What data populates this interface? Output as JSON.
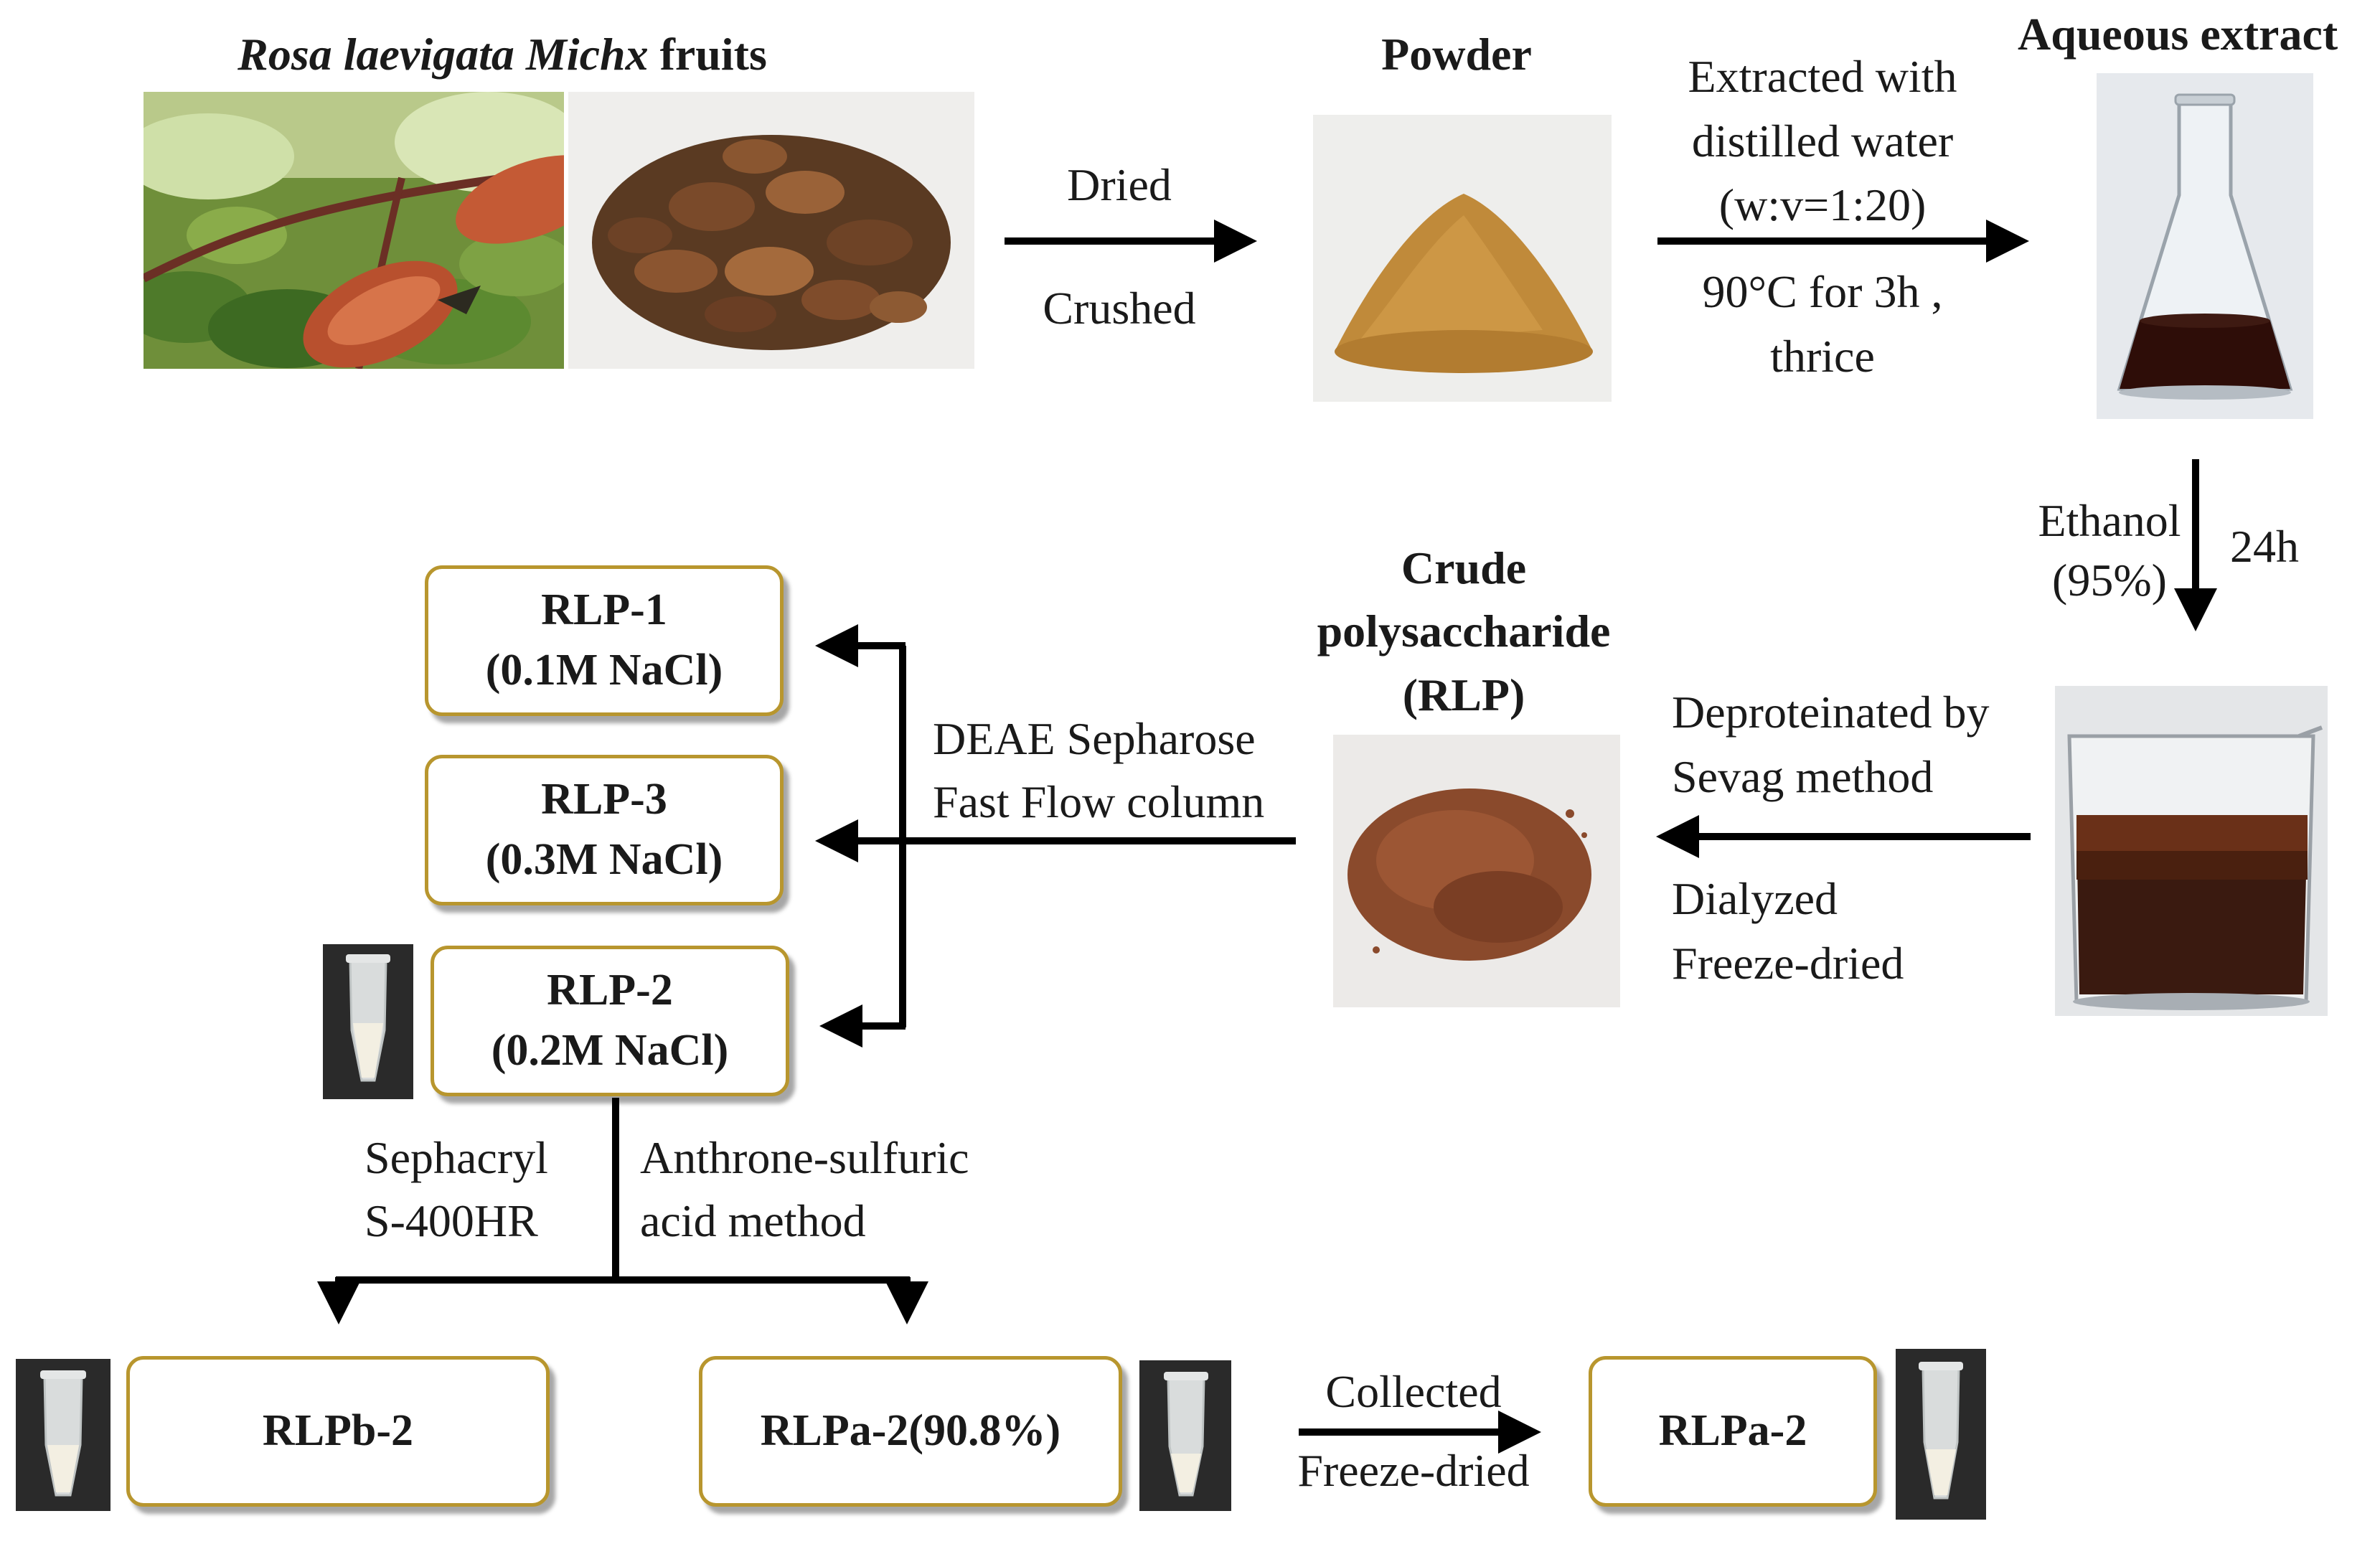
{
  "top": {
    "fruits_title_italic": "Rosa laevigata Michx",
    "fruits_title_rest": " fruits",
    "powder_title": "Powder",
    "aqueous_title": "Aqueous extract",
    "step1_above": "Dried",
    "step1_below": "Crushed",
    "step2_above": [
      "Extracted with",
      "distilled water",
      "(w:v=1:20)"
    ],
    "step2_below": [
      "90°C for 3h ,",
      "thrice"
    ]
  },
  "middle": {
    "ethanol_left": [
      "Ethanol",
      "(95%)"
    ],
    "ethanol_right": "24h",
    "crude_title": [
      "Crude",
      "polysaccharide",
      "(RLP)"
    ],
    "step4_above": [
      "Deproteinated by",
      "Sevag method"
    ],
    "step4_below": [
      "Dialyzed",
      "Freeze-dried"
    ],
    "deae_label": [
      "DEAE Sepharose",
      "Fast Flow column"
    ],
    "fractions": [
      {
        "name": "RLP-1",
        "salt": "(0.1M NaCl)"
      },
      {
        "name": "RLP-3",
        "salt": "(0.3M NaCl)"
      },
      {
        "name": "RLP-2",
        "salt": "(0.2M NaCl)"
      }
    ]
  },
  "bottom": {
    "sephacryl_label": [
      "Sephacryl",
      "S-400HR"
    ],
    "anthrone_label": [
      "Anthrone-sulfuric",
      "acid method"
    ],
    "rlpb2": "RLPb-2",
    "rlpa2_pct": "RLPa-2(90.8%)",
    "collected": "Collected",
    "freeze_dried": "Freeze-dried",
    "rlpa2": "RLPa-2"
  },
  "colors": {
    "box_border": "#b8962e",
    "arrow": "#000000",
    "powder": "#c08a3a",
    "crude_powder": "#8a4a2c",
    "extract_liquid": "#2e0d08"
  }
}
